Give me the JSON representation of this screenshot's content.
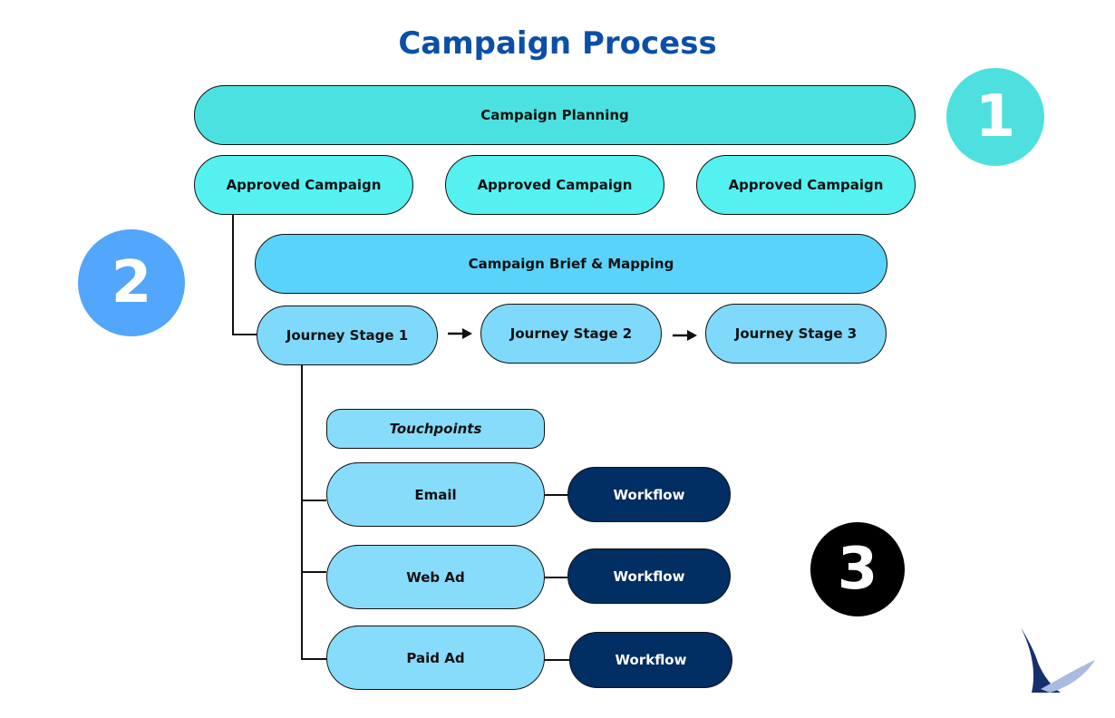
{
  "title": "Campaign Process",
  "colors": {
    "title": "#0b4fa8",
    "planning": "#4be1e0",
    "approved": "#55f1f0",
    "brief": "#5ad3fb",
    "stage": "#7fd9fb",
    "touchpoint": "#87dcfc",
    "workflow": "#012e63",
    "badge1": "#4de0df",
    "badge2": "#52a6fb",
    "badge3": "#000000"
  },
  "planning": "Campaign Planning",
  "approved_campaigns": [
    "Approved Campaign",
    "Approved Campaign",
    "Approved Campaign"
  ],
  "brief": "Campaign Brief & Mapping",
  "journey_stages": [
    "Journey Stage 1",
    "Journey Stage 2",
    "Journey Stage 3"
  ],
  "touchpoints_header": "Touchpoints",
  "touchpoints": [
    {
      "channel": "Email",
      "workflow": "Workflow"
    },
    {
      "channel": "Web Ad",
      "workflow": "Workflow"
    },
    {
      "channel": "Paid Ad",
      "workflow": "Workflow"
    }
  ],
  "badges": [
    "1",
    "2",
    "3"
  ],
  "logo_icon": "bird-logo-icon"
}
